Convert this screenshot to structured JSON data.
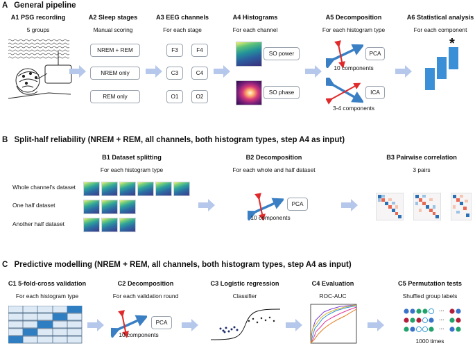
{
  "sections": {
    "a": {
      "letter": "A",
      "title": "General pipeline"
    },
    "b": {
      "letter": "B",
      "title": "Split-half reliability (NREM + REM, all channels, both histogram types, step A4 as input)"
    },
    "c": {
      "letter": "C",
      "title": "Predictive modelling (NREM + REM, all channels, both histogram types, step A4 as input)"
    }
  },
  "a": {
    "a1": {
      "title": "A1 PSG recording",
      "sub": "5 groups"
    },
    "a2": {
      "title": "A2 Sleep stages",
      "sub": "Manual scoring",
      "options": [
        "NREM + REM",
        "NREM only",
        "REM only"
      ]
    },
    "a3": {
      "title": "A3 EEG channels",
      "sub": "For each stage",
      "channels": [
        "F3",
        "F4",
        "C3",
        "C4",
        "O1",
        "O2"
      ]
    },
    "a4": {
      "title": "A4 Histograms",
      "sub": "For each channel",
      "types": [
        "SO power",
        "SO phase"
      ]
    },
    "a5": {
      "title": "A5 Decomposition",
      "sub": "For each histogram type",
      "pca": "PCA",
      "pca_note": "10 components",
      "ica": "ICA",
      "ica_note": "3-4 components"
    },
    "a6": {
      "title": "A6 Statistical analysis",
      "sub": "For each component",
      "star": "*"
    }
  },
  "b": {
    "b1": {
      "title": "B1 Dataset splitting",
      "sub": "For each histogram type",
      "rows": [
        "Whole channel's dataset",
        "One half dataset",
        "Another half dataset"
      ]
    },
    "b2": {
      "title": "B2 Decomposition",
      "sub": "For each whole and half dataset",
      "pca": "PCA",
      "note": "10 components"
    },
    "b3": {
      "title": "B3 Pairwise correlation",
      "sub": "3 pairs"
    }
  },
  "c": {
    "c1": {
      "title": "C1 5-fold-cross validation",
      "sub": "For each histogram type"
    },
    "c2": {
      "title": "C2 Decomposition",
      "sub": "For each validation round",
      "pca": "PCA",
      "note": "10 components"
    },
    "c3": {
      "title": "C3 Logistic regression",
      "sub": "Classifier"
    },
    "c4": {
      "title": "C4 Evaluation",
      "sub": "ROC-AUC"
    },
    "c5": {
      "title": "C5 Permutation tests",
      "sub": "Shuffled group labels",
      "note": "1000 times",
      "ellipsis": "..."
    }
  },
  "colors": {
    "accent_blue": "#3a7fc4",
    "arrow_red": "#e0292a",
    "chevron": "#b5c8ec",
    "fold_blue": "#2f7ec2"
  }
}
